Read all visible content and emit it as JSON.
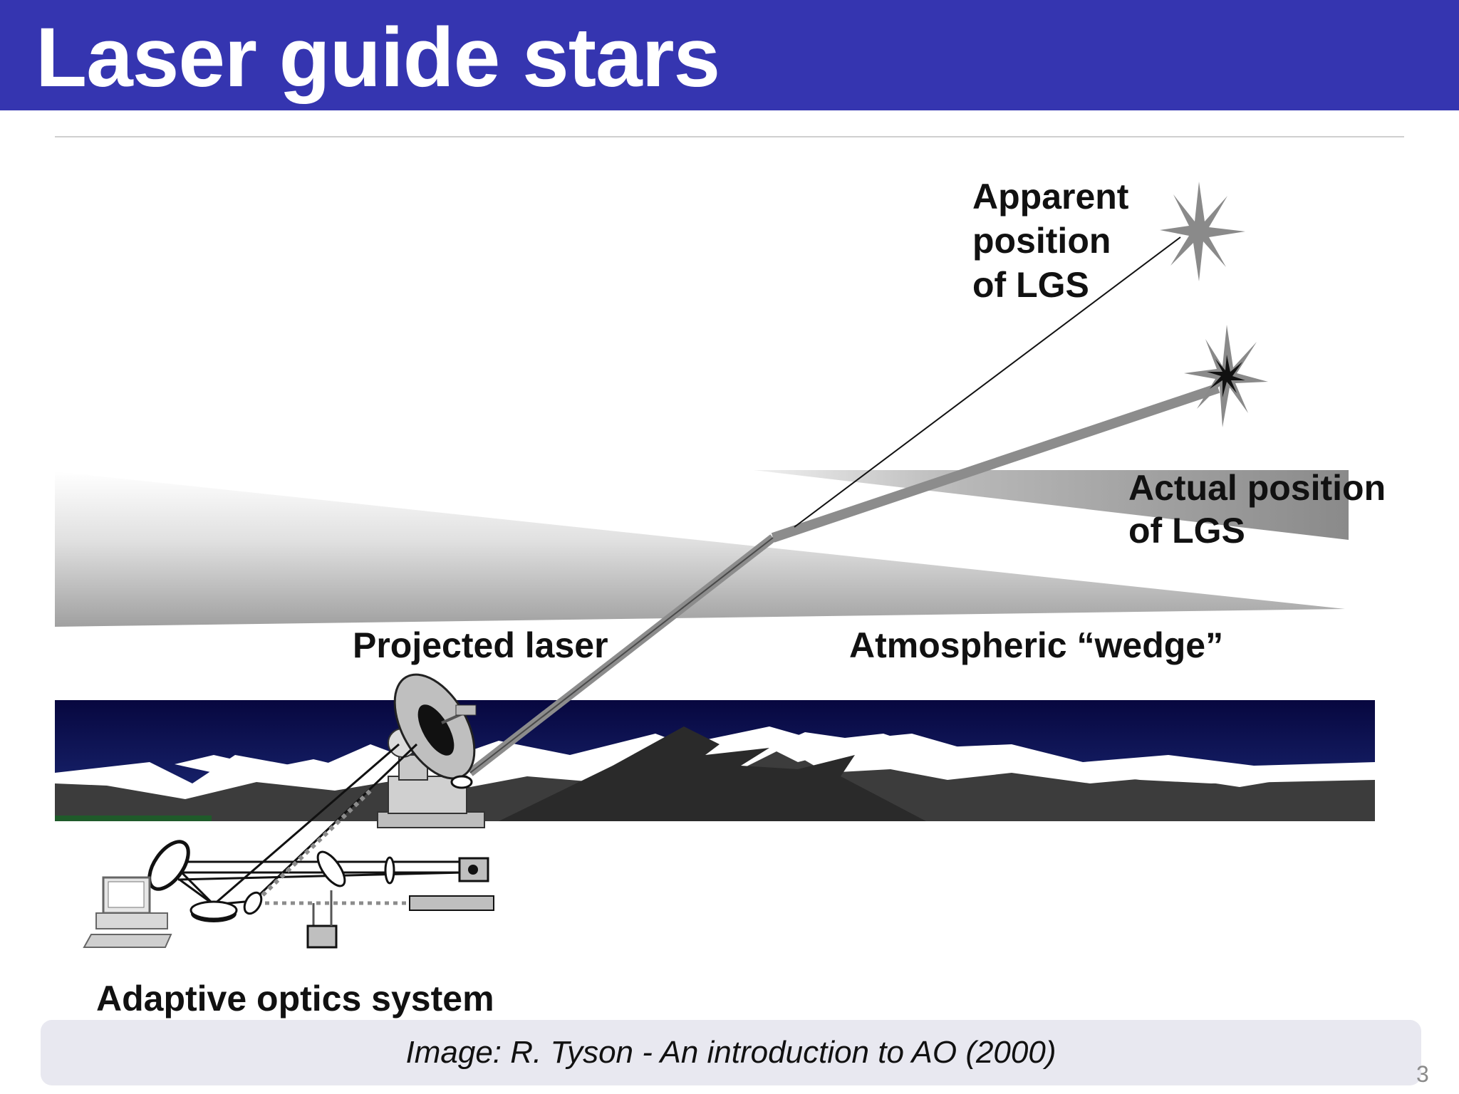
{
  "slide": {
    "title": "Laser guide stars",
    "page_number": "3"
  },
  "diagram": {
    "labels": {
      "apparent_position": "Apparent\nposition\nof LGS",
      "actual_position": "Actual position\nof LGS",
      "projected_laser": "Projected laser",
      "atmospheric_wedge": "Atmospheric “wedge”",
      "adaptive_optics": "Adaptive optics system"
    },
    "colors": {
      "title_bar": "#3535b0",
      "night_sky": "#0b0b52",
      "beam": "#8c8c8c",
      "mountains": "#3c3c3c",
      "snow": "#ffffff"
    }
  },
  "caption": {
    "text": "Image: R. Tyson - An introduction to AO (2000)"
  }
}
